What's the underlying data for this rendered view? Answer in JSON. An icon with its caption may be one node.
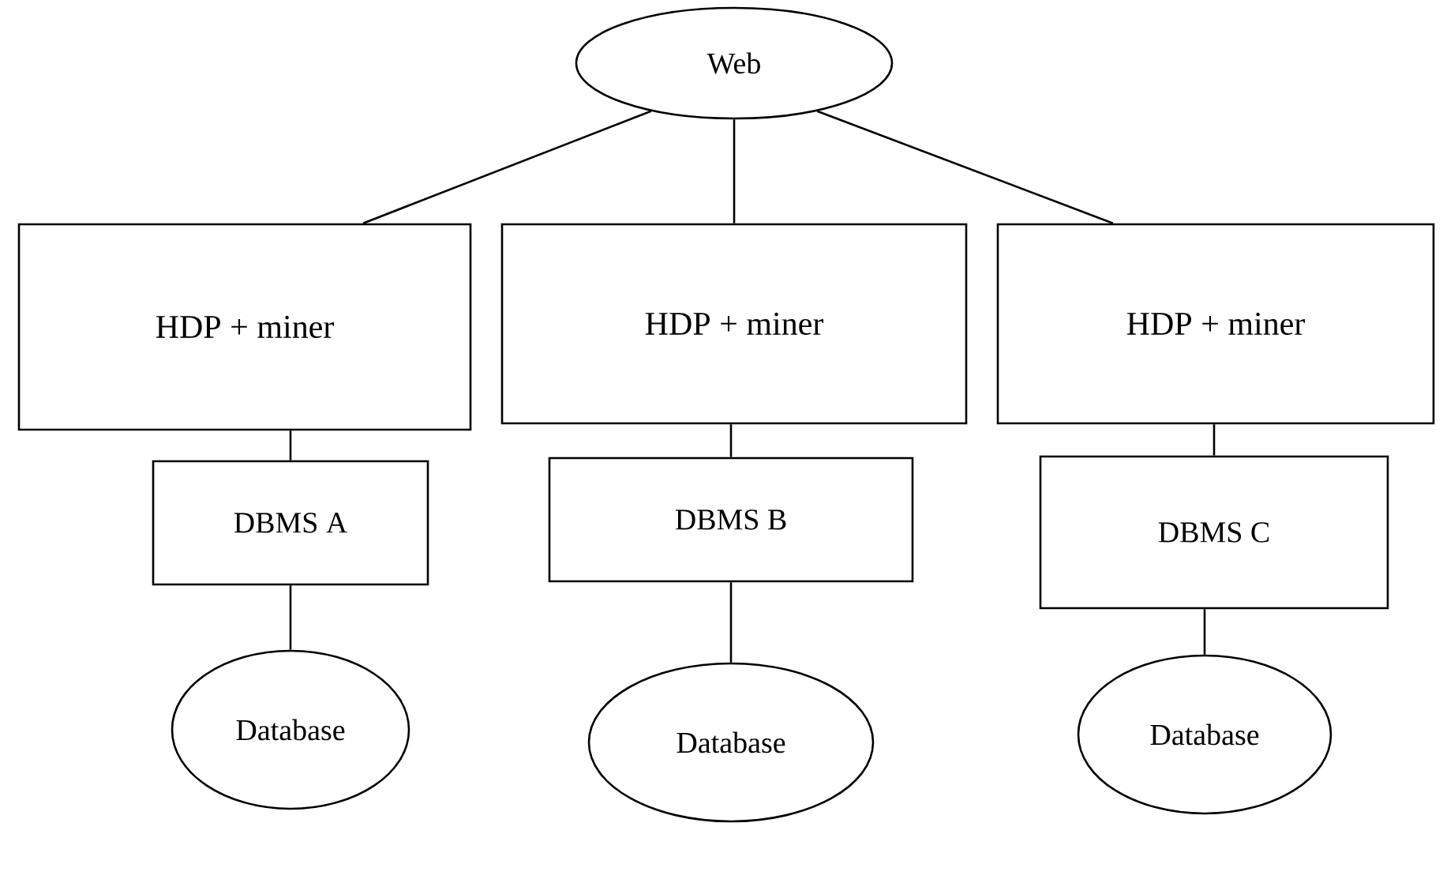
{
  "diagram": {
    "nodes": [
      {
        "text": [
          "Web"
        ]
      },
      {
        "text": [
          "HDP + miner"
        ]
      },
      {
        "text": [
          "HDP + miner"
        ]
      },
      {
        "text": [
          "HDP + miner"
        ]
      },
      {
        "text": [
          "DBMS A"
        ]
      },
      {
        "text": [
          "DBMS B"
        ]
      },
      {
        "text": [
          "DBMS C"
        ]
      },
      {
        "text": [
          "Database"
        ]
      },
      {
        "text": [
          "Database"
        ]
      },
      {
        "text": [
          "Database"
        ]
      }
    ],
    "edges": [
      {
        "from": 0,
        "to": 1,
        "arrow": "none"
      },
      {
        "from": 0,
        "to": 2,
        "arrow": "none"
      },
      {
        "from": 0,
        "to": 3,
        "arrow": "none"
      },
      {
        "from": 1,
        "to": 4,
        "arrow": "none"
      },
      {
        "from": 2,
        "to": 5,
        "arrow": "none"
      },
      {
        "from": 3,
        "to": 6,
        "arrow": "none"
      },
      {
        "from": 4,
        "to": 7,
        "arrow": "none"
      },
      {
        "from": 5,
        "to": 8,
        "arrow": "none"
      },
      {
        "from": 6,
        "to": 9,
        "arrow": "none"
      }
    ]
  }
}
